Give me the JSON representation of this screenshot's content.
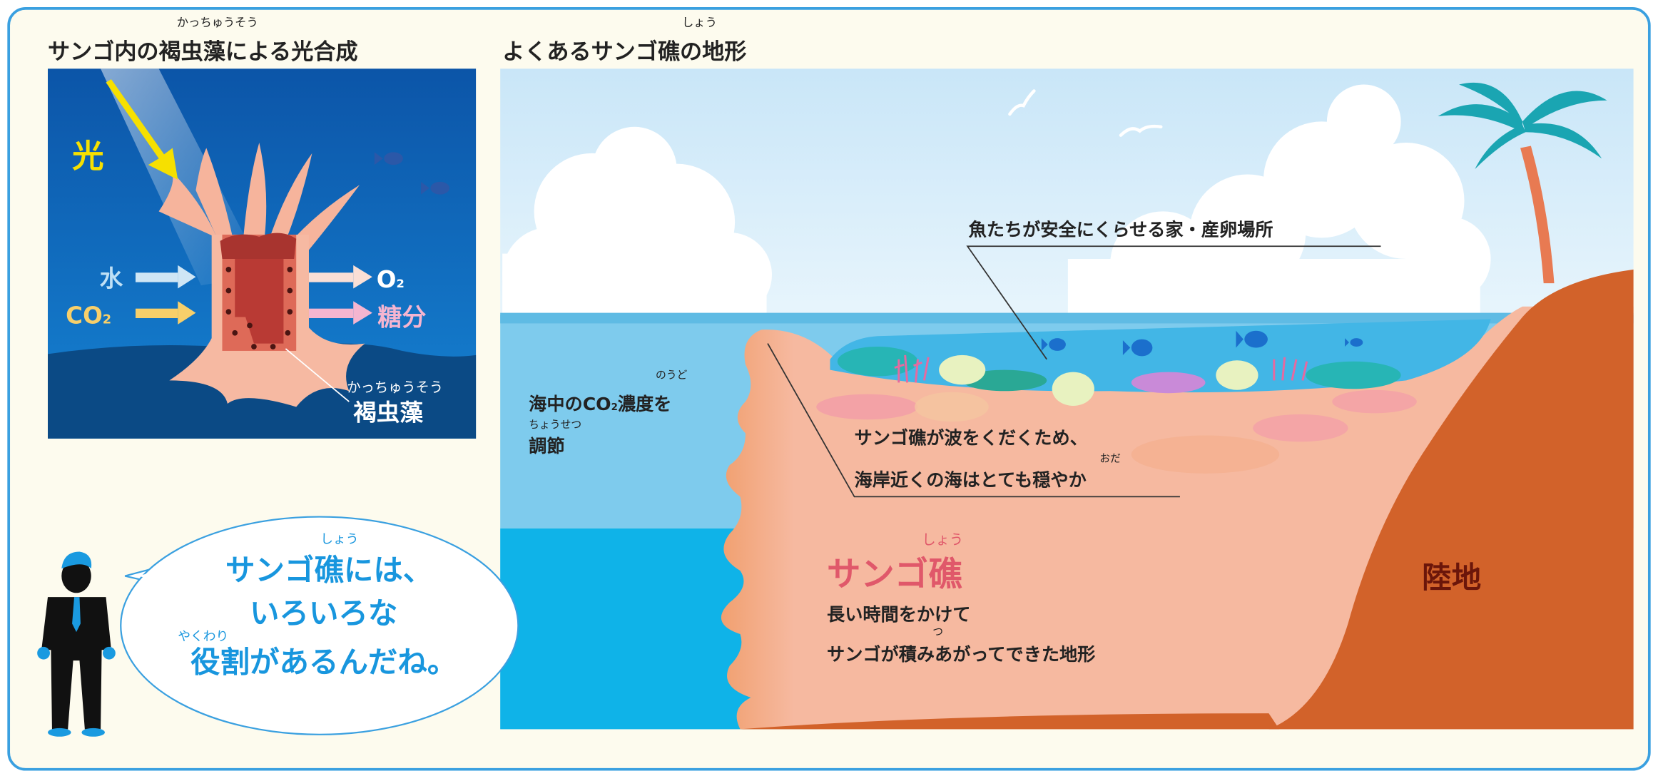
{
  "left_panel": {
    "title": "サンゴ内の褐虫藻による光合成",
    "title_ruby": "かっちゅうそう",
    "light_label": "光",
    "input_water": "水",
    "input_co2": "CO",
    "input_co2_sub": "2",
    "output_o2": "O",
    "output_o2_sub": "2",
    "output_sugar": "糖分",
    "zooxanthellae_ruby": "かっちゅうそう",
    "zooxanthellae_label": "褐虫藻"
  },
  "right_panel": {
    "title": "よくあるサンゴ礁の地形",
    "title_ruby": "しょう",
    "fish_home_label": "魚たちが安全にくらせる家・産卵場所",
    "co2_line1_a": "海中のCO",
    "co2_line1_sub": "2",
    "co2_line1_b": "濃度を",
    "co2_ruby_noudo": "のうど",
    "co2_ruby_chousetsu": "ちょうせつ",
    "co2_line2": "調節",
    "waves_line1": "サンゴ礁が波をくだくため、",
    "waves_line2": "海岸近くの海はとても穏やか",
    "waves_ruby": "おだ",
    "reef_ruby": "しょう",
    "reef_label": "サンゴ礁",
    "reef_desc_line1": "長い時間をかけて",
    "reef_desc_ruby": "つ",
    "reef_desc_line2": "サンゴが積みあがってできた地形",
    "land_label": "陸地"
  },
  "speech_bubble": {
    "ruby_shou": "しょう",
    "line1": "サンゴ礁には、",
    "line2": "いろいろな",
    "ruby_yakuwari": "やくわり",
    "line3": "役割があるんだね。"
  },
  "colors": {
    "frame": "#3aa0e0",
    "background": "#fdfbee",
    "bubble_text": "#1896de",
    "reef_label": "#e0586a",
    "land": "#d2622a",
    "land_label": "#6b160a"
  }
}
